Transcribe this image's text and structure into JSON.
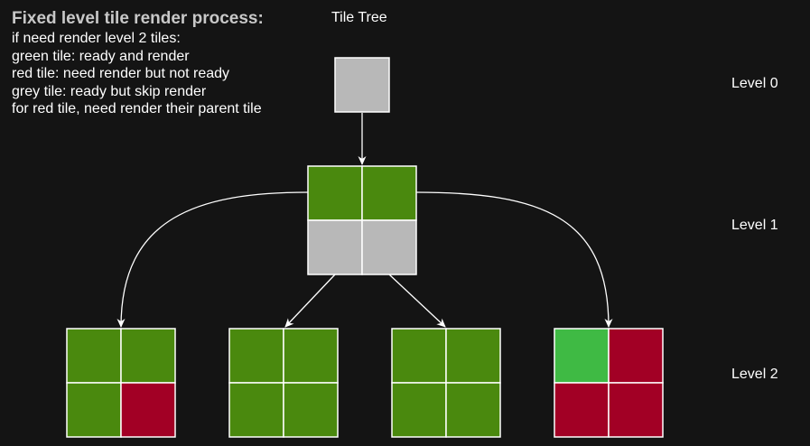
{
  "description": {
    "title": "Fixed level tile render process:",
    "lines": [
      "if need render level 2 tiles:",
      "green tile: ready and render",
      "red tile: need render but not ready",
      "grey tile: ready but skip render",
      "for red tile, need render their parent tile"
    ]
  },
  "tree_title": "Tile Tree",
  "levels": [
    "Level 0",
    "Level 1",
    "Level 2"
  ],
  "colors": {
    "background": "#141414",
    "green": "#4a890e",
    "light_green": "#3fba44",
    "red": "#a20025",
    "grey": "#b8b8b8",
    "border": "#ffffff"
  },
  "nodes": [
    {
      "id": "level0-tile",
      "level": 0,
      "cells": [
        "grey"
      ]
    },
    {
      "id": "level1-tile",
      "level": 1,
      "cells": [
        "green",
        "green",
        "grey",
        "grey"
      ]
    },
    {
      "id": "level2-tile-1",
      "level": 2,
      "cells": [
        "green",
        "green",
        "green",
        "red"
      ]
    },
    {
      "id": "level2-tile-2",
      "level": 2,
      "cells": [
        "green",
        "green",
        "green",
        "green"
      ]
    },
    {
      "id": "level2-tile-3",
      "level": 2,
      "cells": [
        "green",
        "green",
        "green",
        "green"
      ]
    },
    {
      "id": "level2-tile-4",
      "level": 2,
      "cells": [
        "light_green",
        "red",
        "red",
        "red"
      ]
    }
  ],
  "edges": [
    {
      "from": "level0-tile",
      "to": "level1-tile"
    },
    {
      "from": "level1-tile",
      "to": "level2-tile-1"
    },
    {
      "from": "level1-tile",
      "to": "level2-tile-2"
    },
    {
      "from": "level1-tile",
      "to": "level2-tile-3"
    },
    {
      "from": "level1-tile",
      "to": "level2-tile-4"
    }
  ]
}
